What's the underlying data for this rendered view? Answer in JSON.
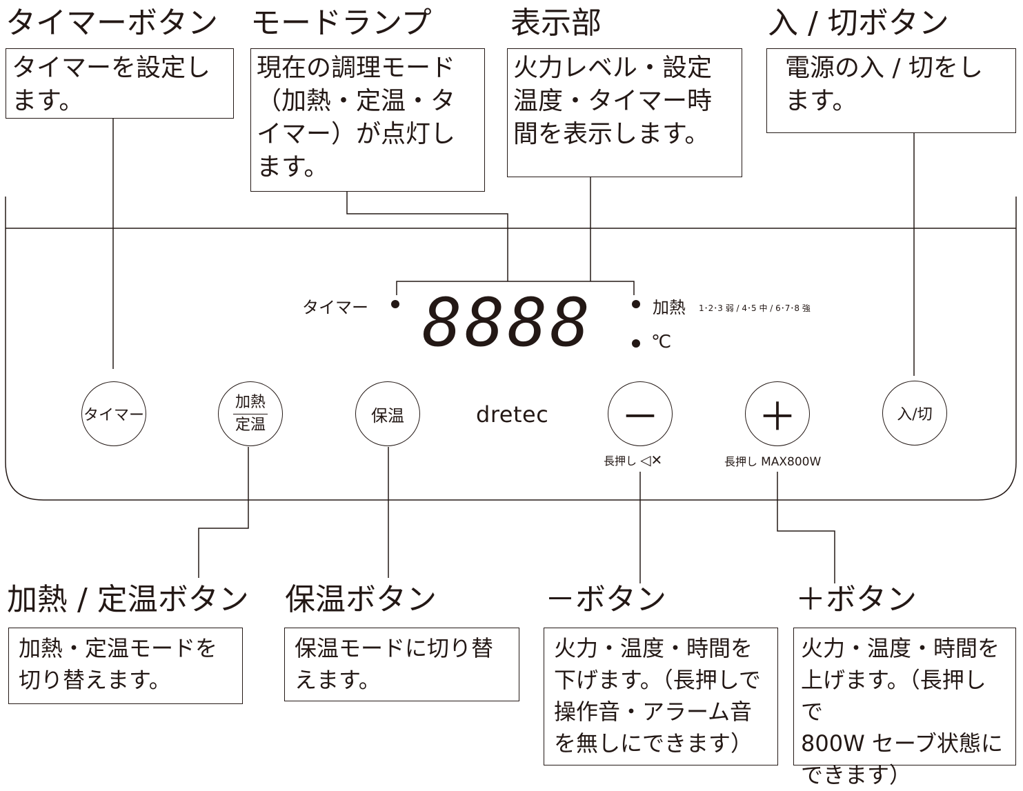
{
  "callouts_top": {
    "timer": {
      "title": "タイマーボタン",
      "desc": "タイマーを設定し\nます。"
    },
    "mode_lamp": {
      "title": "モードランプ",
      "desc": "現在の調理モード\n（加熱・定温・タ\nイマー）が点灯し\nます。"
    },
    "display": {
      "title": "表示部",
      "desc": "火力レベル・設定\n温度・タイマー時\n間を表示します。"
    },
    "power": {
      "title": "入 / 切ボタン",
      "desc": "電源の入 / 切をし\nます。"
    }
  },
  "callouts_bottom": {
    "heat_temp": {
      "title": "加熱 / 定温ボタン",
      "desc": "加熱・定温モードを\n切り替えます。"
    },
    "keep_warm": {
      "title": "保温ボタン",
      "desc": "保温モードに切り替\nえます。"
    },
    "minus": {
      "title": "－ボタン",
      "desc": "火力・温度・時間を\n下げます。（長押しで\n操作音・アラーム音\nを無しにできます）"
    },
    "plus": {
      "title": "＋ボタン",
      "desc": "火力・温度・時間を\n上げます。（長押しで\n800W セーブ状態に\nできます）"
    }
  },
  "panel": {
    "display_value": "8888",
    "lamp_timer": "タイマー",
    "lamp_heat": "加熱",
    "heat_scale": "1･2･3 弱 / 4･5 中 / 6･7･8 強",
    "lamp_temp": "℃",
    "brand": "dretec",
    "btn_timer": "タイマー",
    "btn_heat_top": "加熱",
    "btn_heat_bottom": "定温",
    "btn_keep": "保温",
    "btn_minus": "－",
    "btn_plus": "＋",
    "btn_power": "入/切",
    "minus_hint": "長押し",
    "minus_hint_symbol": "◁✕",
    "plus_hint": "長押し",
    "plus_hint_value": "MAX800W"
  }
}
